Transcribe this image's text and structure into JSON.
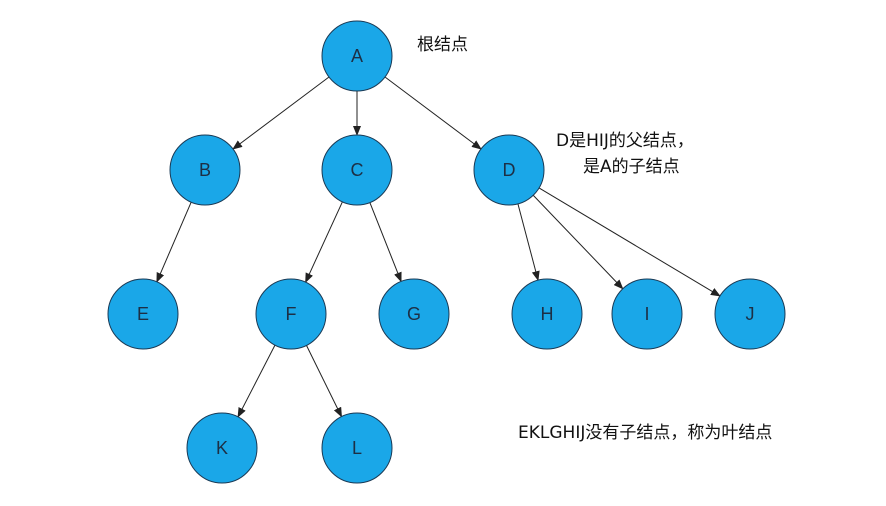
{
  "tree": {
    "nodes": [
      {
        "id": "A",
        "label": "A"
      },
      {
        "id": "B",
        "label": "B"
      },
      {
        "id": "C",
        "label": "C"
      },
      {
        "id": "D",
        "label": "D"
      },
      {
        "id": "E",
        "label": "E"
      },
      {
        "id": "F",
        "label": "F"
      },
      {
        "id": "G",
        "label": "G"
      },
      {
        "id": "H",
        "label": "H"
      },
      {
        "id": "I",
        "label": "I"
      },
      {
        "id": "J",
        "label": "J"
      },
      {
        "id": "K",
        "label": "K"
      },
      {
        "id": "L",
        "label": "L"
      }
    ],
    "edges": [
      [
        "A",
        "B"
      ],
      [
        "A",
        "C"
      ],
      [
        "A",
        "D"
      ],
      [
        "B",
        "E"
      ],
      [
        "C",
        "F"
      ],
      [
        "C",
        "G"
      ],
      [
        "D",
        "H"
      ],
      [
        "D",
        "I"
      ],
      [
        "D",
        "J"
      ],
      [
        "F",
        "K"
      ],
      [
        "F",
        "L"
      ]
    ]
  },
  "annotations": {
    "root": "根结点",
    "d_line1": "D是HIJ的父结点，",
    "d_line2": "是A的子结点",
    "leaf": "EKLGHIJ没有子结点，称为叶结点"
  },
  "colors": {
    "node_fill": "#1aa7e8",
    "node_stroke": "#1b3a55",
    "edge": "#222222",
    "label": "#1d2f45"
  }
}
